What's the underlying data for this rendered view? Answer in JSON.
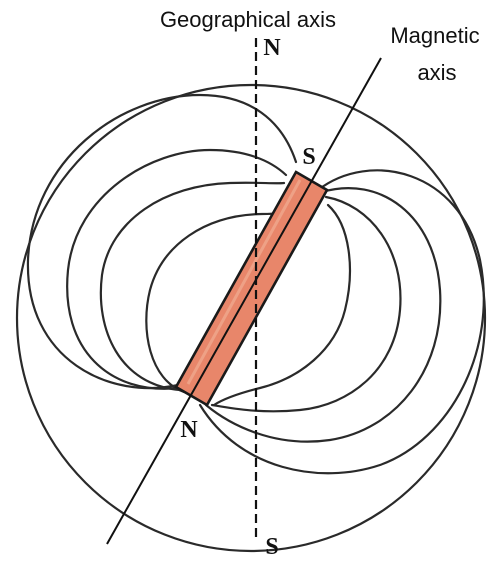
{
  "labels": {
    "geographical_axis": "Geographical axis",
    "magnetic_axis_line1": "Magnetic",
    "magnetic_axis_line2": "axis",
    "geo_north": "N",
    "geo_south": "S",
    "magnet_south": "S",
    "magnet_north": "N"
  },
  "colors": {
    "ink": "#2a2a2a",
    "magnet_fill": "#e8866a",
    "magnet_edge": "#1a1a1a",
    "background": "#ffffff"
  }
}
